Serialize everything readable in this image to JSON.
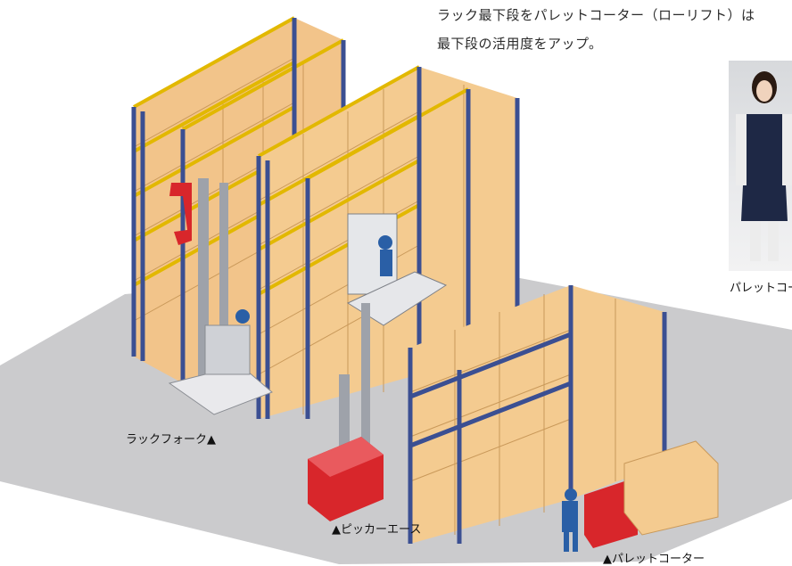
{
  "description": {
    "line1": "ラック最下段をパレットコーター（ローリフト）は",
    "line2": "最下段の活用度をアップ。"
  },
  "labels": {
    "rack_fork": "ラックフォーク▲",
    "picker_ace": "▲ピッカーエース",
    "pallet_coater": "▲パレットコーター",
    "photo_caption": "パレットコー"
  },
  "colors": {
    "floor": "#c9c9cb",
    "rack_upright": "#3a4f93",
    "rack_beam": "#e8c300",
    "box": "#f3c98c",
    "forklift_red": "#d8262b",
    "worker_blue": "#2a5fa6"
  }
}
